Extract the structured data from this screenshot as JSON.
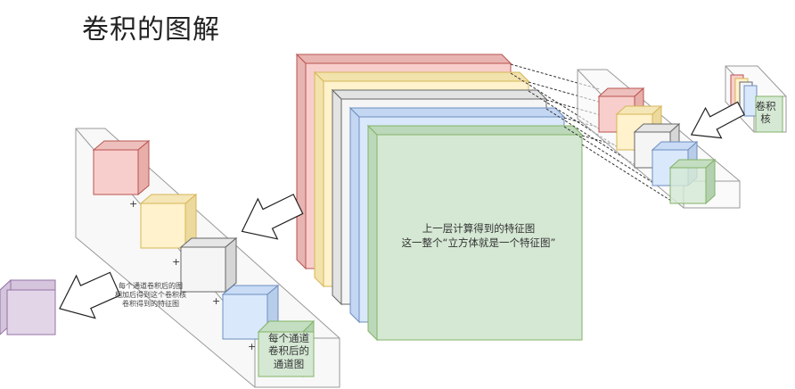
{
  "title": "卷积的图解",
  "feature_map_caption_line1": "上一层计算得到的特征图",
  "feature_map_caption_line2": "这一整个“立方体就是一个特征图”",
  "kernel_caption_line1": "卷积",
  "kernel_caption_line2": "核",
  "channel_caption_line1": "每个通道",
  "channel_caption_line2": "卷积后的",
  "channel_caption_line3": "通道图",
  "sum_caption_line1": "每个通道卷积后的图",
  "sum_caption_line2": "相加后得到这个卷积核",
  "sum_caption_line3": "卷积得到的特征图",
  "plus_sign": "+",
  "colors": {
    "red": "#f8cecc",
    "red_border": "#b85450",
    "yellow": "#fff2cc",
    "yellow_border": "#d6b656",
    "gray": "#f5f5f5",
    "gray_border": "#666666",
    "blue": "#dae8fc",
    "blue_border": "#6c8ebf",
    "green": "#d5e8d4",
    "green_border": "#82b366",
    "purple": "#e1d5e7",
    "purple_border": "#9673a6"
  }
}
